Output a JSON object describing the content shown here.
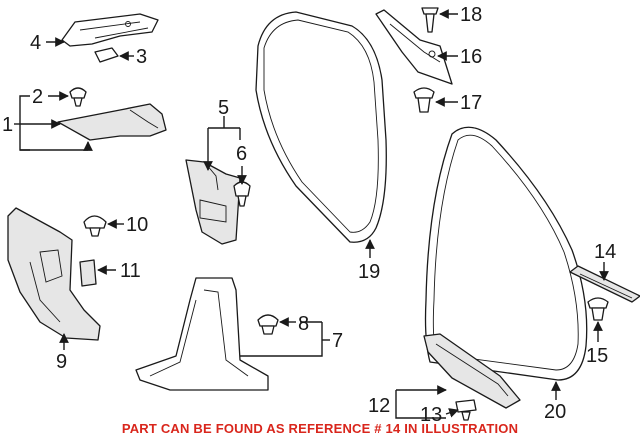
{
  "diagram": {
    "callouts": [
      "1",
      "2",
      "3",
      "4",
      "5",
      "6",
      "7",
      "8",
      "9",
      "10",
      "11",
      "12",
      "13",
      "14",
      "15",
      "16",
      "17",
      "18",
      "19",
      "20"
    ],
    "footer_note": "PART CAN BE FOUND AS REFERENCE # 14 IN ILLUSTRATION",
    "footer_color": "#d9261c",
    "line_color": "#1a1a1a"
  }
}
